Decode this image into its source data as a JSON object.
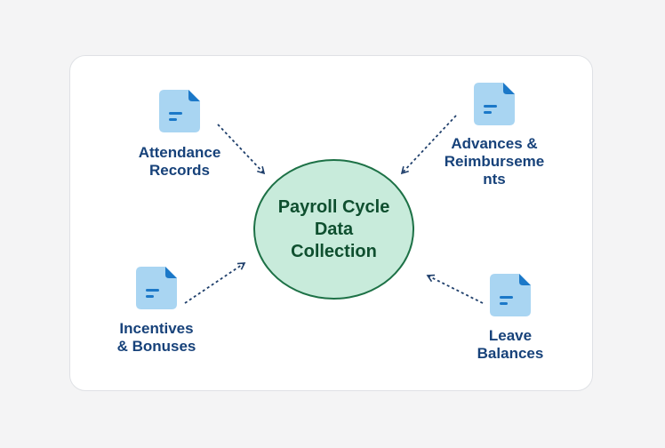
{
  "center": {
    "label": "Payroll Cycle\nData\nCollection"
  },
  "nodes": [
    {
      "id": "attendance",
      "label": "Attendance\nRecords",
      "icon": "document-icon"
    },
    {
      "id": "advances",
      "label": "Advances &\nReimburseme\nnts",
      "icon": "document-icon"
    },
    {
      "id": "incentives",
      "label": "Incentives\n& Bonuses",
      "icon": "document-icon"
    },
    {
      "id": "leave",
      "label": "Leave\nBalances",
      "icon": "document-icon"
    }
  ],
  "colors": {
    "center_fill": "#c8ebdb",
    "center_border": "#1d7146",
    "center_text": "#0f4f2f",
    "label_text": "#17427a",
    "doc_fill": "#a9d5f2",
    "doc_corner": "#1b78c8",
    "doc_lines": "#1b78c8",
    "arrow": "#1f3f6b"
  }
}
